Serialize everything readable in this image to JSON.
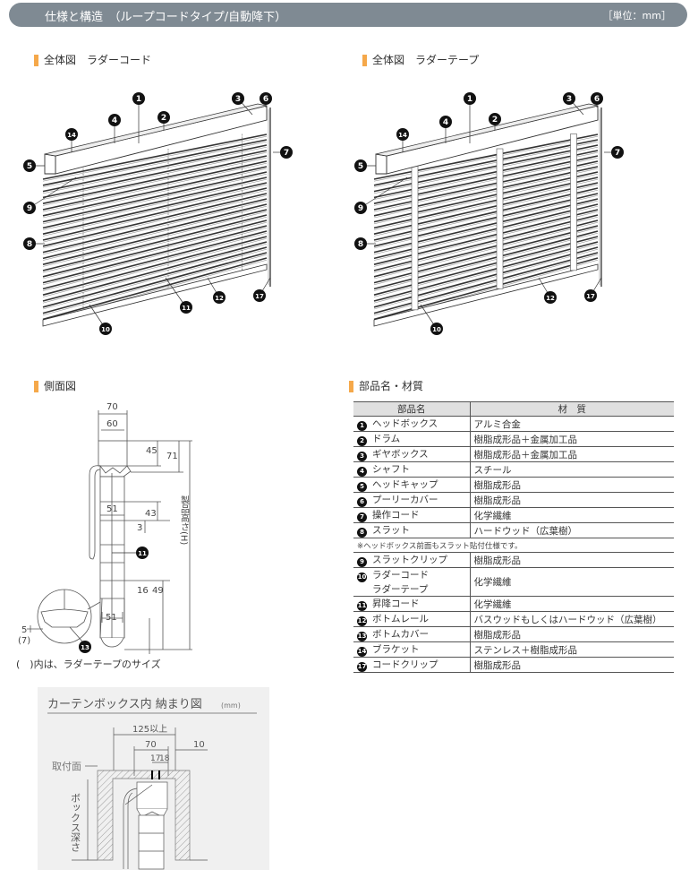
{
  "header": {
    "title": "仕様と構造　（ループコードタイプ/自動降下）",
    "unit": "［単位：mm］"
  },
  "sections": {
    "ladder_cord": "全体図　ラダーコード",
    "ladder_tape": "全体図　ラダーテープ",
    "side_view": "側面図",
    "parts": "部品名・材質"
  },
  "diagram_markers": {
    "ladder_cord": [
      "1",
      "2",
      "3",
      "4",
      "5",
      "6",
      "7",
      "8",
      "9",
      "10",
      "11",
      "12",
      "14",
      "17"
    ],
    "ladder_tape": [
      "1",
      "2",
      "3",
      "4",
      "5",
      "6",
      "7",
      "8",
      "9",
      "10",
      "12",
      "14",
      "17"
    ]
  },
  "side_view": {
    "dims": [
      "70",
      "60",
      "45",
      "71",
      "51",
      "43",
      "3",
      "16",
      "49",
      "51",
      "5",
      "(7)"
    ],
    "height_label": "製品高さ(H)",
    "markers": [
      "11",
      "13"
    ],
    "caption": "(　)内は、ラダーテープのサイズ"
  },
  "parts_table": {
    "headers": [
      "部品名",
      "材　質"
    ],
    "rows": [
      {
        "num": "1",
        "name": "ヘッドボックス",
        "material": "アルミ合金"
      },
      {
        "num": "2",
        "name": "ドラム",
        "material": "樹脂成形品＋金属加工品"
      },
      {
        "num": "3",
        "name": "ギヤボックス",
        "material": "樹脂成形品＋金属加工品"
      },
      {
        "num": "4",
        "name": "シャフト",
        "material": "スチール"
      },
      {
        "num": "5",
        "name": "ヘッドキャップ",
        "material": "樹脂成形品"
      },
      {
        "num": "6",
        "name": "プーリーカバー",
        "material": "樹脂成形品"
      },
      {
        "num": "7",
        "name": "操作コード",
        "material": "化学繊維"
      },
      {
        "num": "8",
        "name": "スラット",
        "material": "ハードウッド（広葉樹）"
      }
    ],
    "note": "※ヘッドボックス前面もスラット貼付仕様です。",
    "rows2": [
      {
        "num": "9",
        "name": "スラットクリップ",
        "material": "樹脂成形品"
      },
      {
        "num": "10",
        "name": "ラダーコード",
        "name2": "ラダーテープ",
        "material": "化学繊維"
      },
      {
        "num": "11",
        "name": "昇降コード",
        "material": "化学繊維"
      },
      {
        "num": "12",
        "name": "ボトムレール",
        "material": "バスウッドもしくはハードウッド（広葉樹）"
      },
      {
        "num": "13",
        "name": "ボトムカバー",
        "material": "樹脂成形品"
      },
      {
        "num": "14",
        "name": "ブラケット",
        "material": "ステンレス＋樹脂成形品"
      },
      {
        "num": "17",
        "name": "コードクリップ",
        "material": "樹脂成形品"
      }
    ]
  },
  "curtain_box": {
    "title": "カーテンボックス内  納まり図",
    "unit": "(mm)",
    "dims": [
      "125以上",
      "70",
      "10",
      "17",
      "18"
    ],
    "mount_label": "取付面",
    "depth_label": "ボックス深さ"
  },
  "colors": {
    "header_bg": "#7f8a93",
    "accent": "#f5a84a"
  }
}
